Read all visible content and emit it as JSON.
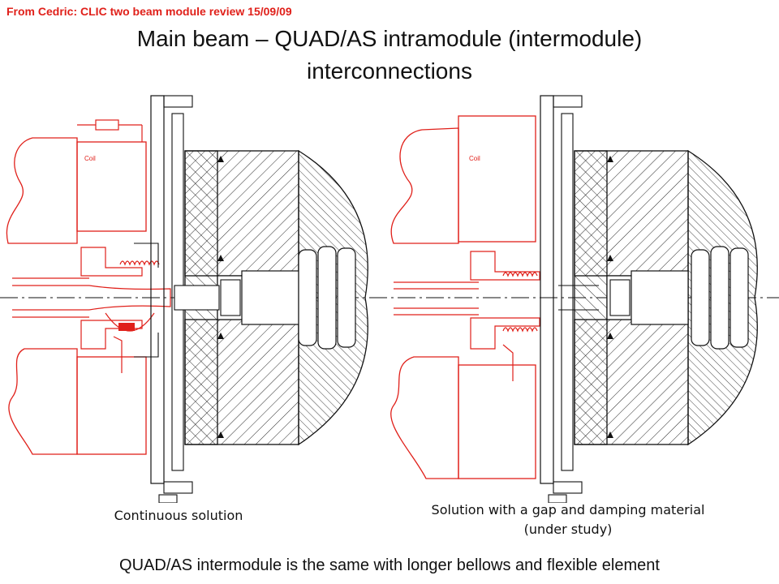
{
  "header": {
    "source_note": "From Cedric: CLIC two beam module review 15/09/09",
    "title_line1": "Main beam – QUAD/AS intramodule (intermodule)",
    "title_line2": "interconnections"
  },
  "drawings": {
    "left": {
      "coil_label": "Coil",
      "caption": "Continuous solution"
    },
    "right": {
      "coil_label": "Coil",
      "caption_line1": "Solution with a gap and damping material",
      "caption_line2": "(under study)"
    }
  },
  "footer": {
    "note": "QUAD/AS intermodule is the same with longer bellows and flexible element"
  },
  "colors": {
    "accent_red": "#e0201a",
    "line_black": "#111111"
  }
}
